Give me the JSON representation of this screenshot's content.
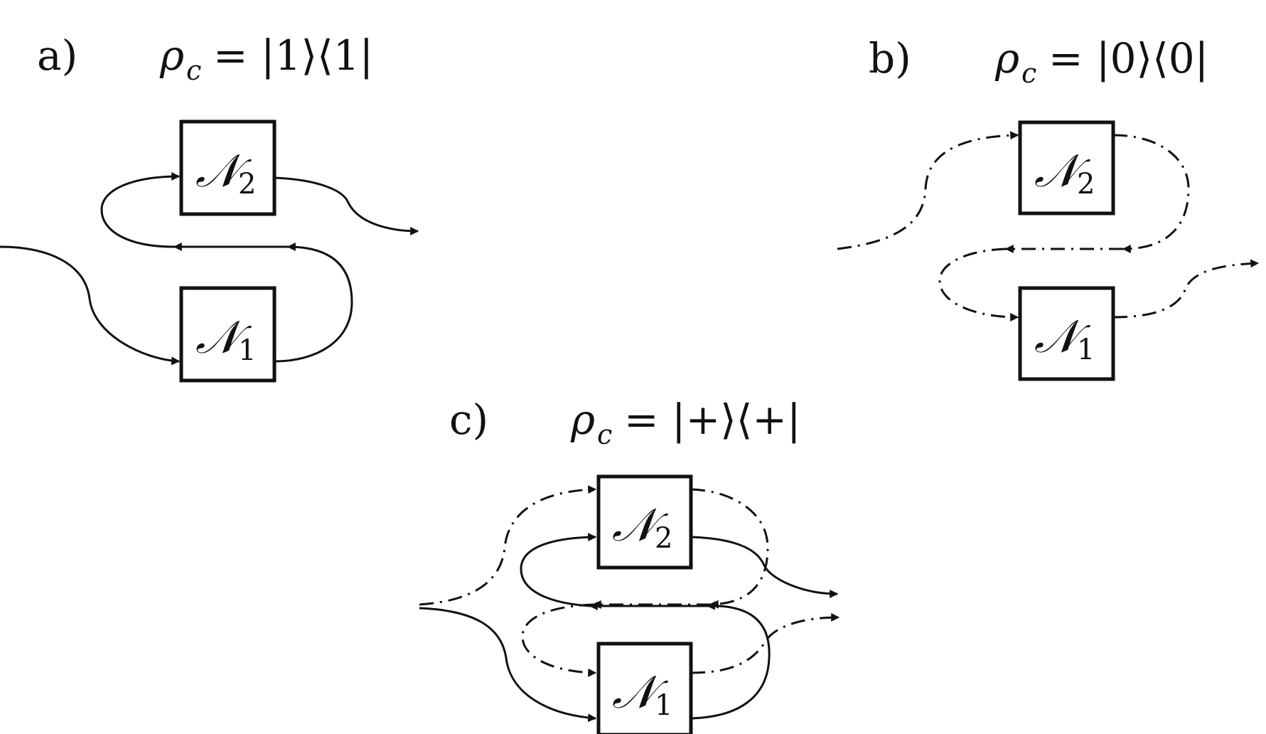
{
  "panels": [
    {
      "letter": "a)",
      "state_lhs": "ρ",
      "state_sub": "c",
      "state_rhs": "= |1⟩⟨1|",
      "boxes": [
        {
          "symbol": "𝒩",
          "subscript": "2"
        },
        {
          "symbol": "𝒩",
          "subscript": "1"
        }
      ]
    },
    {
      "letter": "b)",
      "state_lhs": "ρ",
      "state_sub": "c",
      "state_rhs": "= |0⟩⟨0|",
      "boxes": [
        {
          "symbol": "𝒩",
          "subscript": "2"
        },
        {
          "symbol": "𝒩",
          "subscript": "1"
        }
      ]
    },
    {
      "letter": "c)",
      "state_lhs": "ρ",
      "state_sub": "c",
      "state_rhs": "= |+⟩⟨+|",
      "boxes": [
        {
          "symbol": "𝒩",
          "subscript": "2"
        },
        {
          "symbol": "𝒩",
          "subscript": "1"
        }
      ]
    }
  ]
}
